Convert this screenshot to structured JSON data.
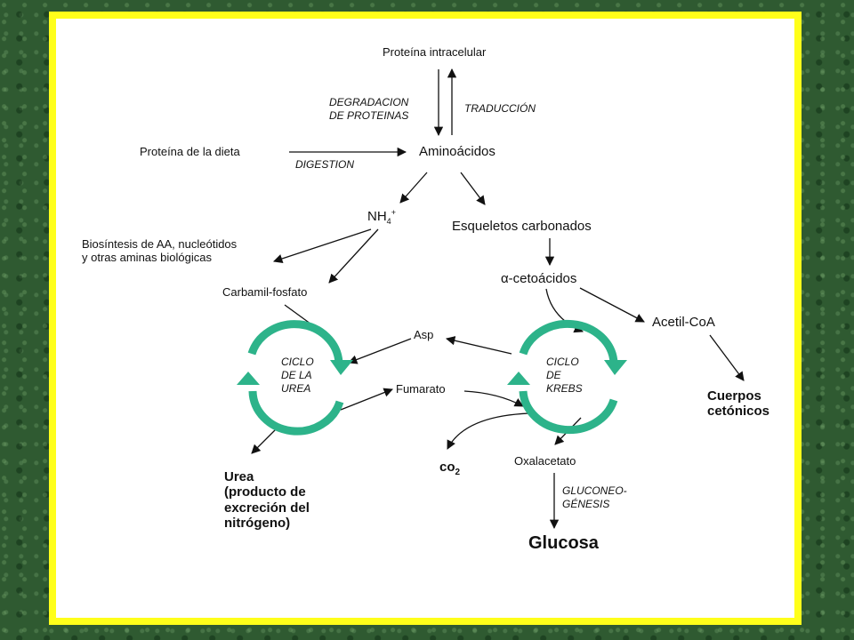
{
  "diagram": {
    "proteina_intracelular": "Proteína intracelular",
    "degradacion": [
      "DEGRADACION",
      "DE PROTEINAS"
    ],
    "traduccion": "TRADUCCIÓN",
    "proteina_dieta": "Proteína de la dieta",
    "digestion": "DIGESTION",
    "aminoacidos": "Aminoácidos",
    "nh4": {
      "base": "NH",
      "sub": "4",
      "sup": "+"
    },
    "esqueletos": "Esqueletos carbonados",
    "biosintesis": [
      "Biosíntesis de AA, nucleótidos",
      "y otras aminas biológicas"
    ],
    "carbamil": "Carbamil-fosfato",
    "alfa_cetoacidos": "α-cetoácidos",
    "acetil_coa": "Acetil-CoA",
    "asp": "Asp",
    "fumarato": "Fumarato",
    "ciclo_urea": [
      "CICLO",
      "DE LA",
      "UREA"
    ],
    "ciclo_krebs": [
      "CICLO",
      "DE",
      "KREBS"
    ],
    "cuerpos": [
      "Cuerpos",
      "cetónicos"
    ],
    "urea": [
      "Urea",
      "(producto de",
      "excreción del",
      "nitrógeno)"
    ],
    "co2": {
      "base": "co",
      "sub": "2"
    },
    "oxalacetato": "Oxalacetato",
    "gluconeo": [
      "GLUCONEO-",
      "GÉNESIS"
    ],
    "glucosa": "Glucosa"
  },
  "colors": {
    "frame": "#ffff1a",
    "cycle_arrow": "#2db38a",
    "background": "#2f5a31"
  }
}
